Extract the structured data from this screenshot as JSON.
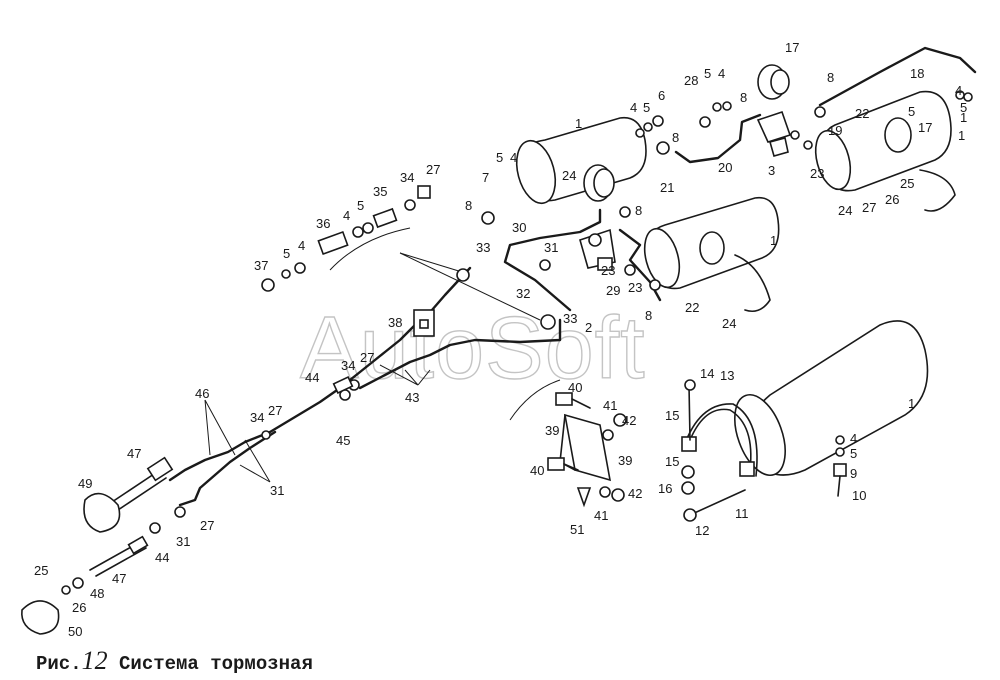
{
  "watermark": "AutoSoft",
  "caption": {
    "prefix": "Рис.",
    "number": "12",
    "title": "Система тормозная"
  },
  "labels": [
    "1",
    "1",
    "1",
    "1",
    "1",
    "2",
    "3",
    "4",
    "4",
    "4",
    "4",
    "4",
    "4",
    "4",
    "5",
    "5",
    "5",
    "5",
    "5",
    "5",
    "5",
    "5",
    "6",
    "7",
    "8",
    "8",
    "8",
    "8",
    "8",
    "8",
    "9",
    "10",
    "11",
    "12",
    "13",
    "14",
    "15",
    "15",
    "16",
    "17",
    "17",
    "18",
    "19",
    "20",
    "21",
    "22",
    "22",
    "23",
    "23",
    "23",
    "24",
    "24",
    "24",
    "25",
    "25",
    "26",
    "26",
    "27",
    "27",
    "27",
    "27",
    "27",
    "28",
    "29",
    "30",
    "31",
    "31",
    "31",
    "32",
    "33",
    "33",
    "34",
    "34",
    "34",
    "35",
    "36",
    "37",
    "38",
    "39",
    "39",
    "40",
    "40",
    "41",
    "41",
    "42",
    "42",
    "43",
    "44",
    "44",
    "45",
    "46",
    "47",
    "47",
    "48",
    "49",
    "50",
    "51"
  ],
  "colors": {
    "ink": "#1a1a1a",
    "paper": "#ffffff",
    "watermark": "#c4c4c4"
  }
}
